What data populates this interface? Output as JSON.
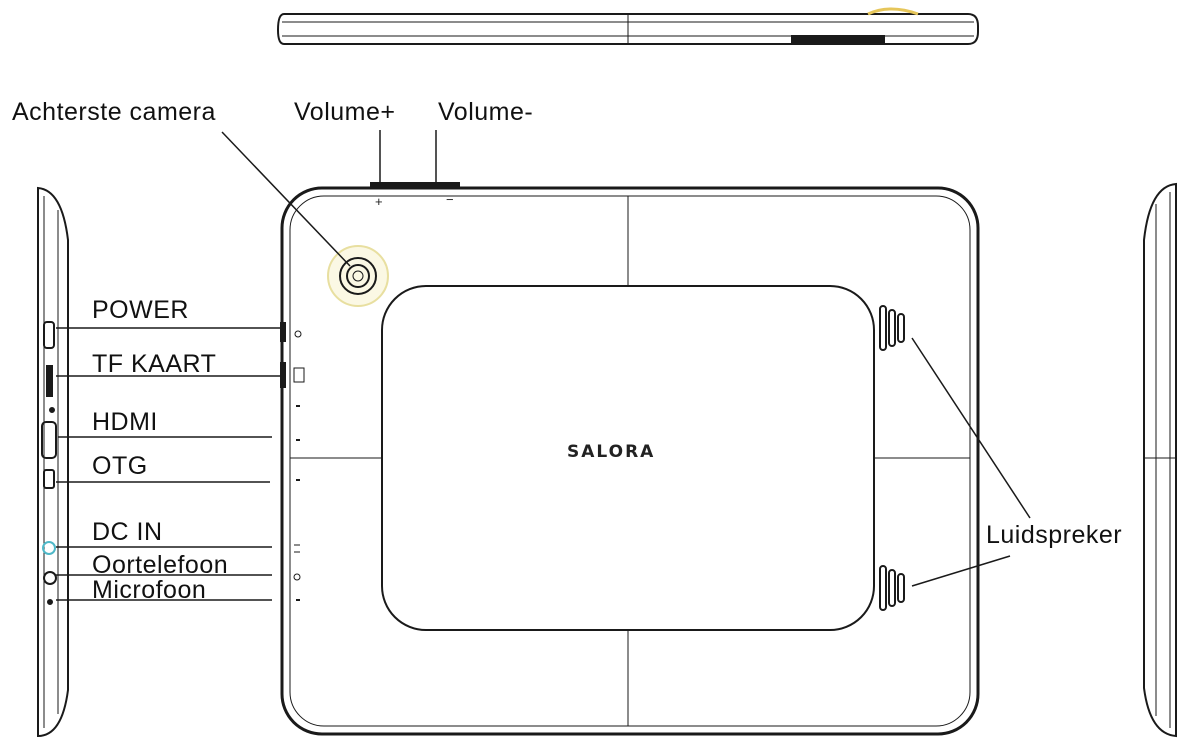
{
  "labels": {
    "rear_camera": "Achterste camera",
    "volume_plus": "Volume+",
    "volume_minus": "Volume-",
    "power": "POWER",
    "tf_card": "TF KAART",
    "hdmi": "HDMI",
    "otg": "OTG",
    "dc_in": "DC IN",
    "earphone": "Oortelefoon",
    "microphone": "Microfoon",
    "speaker": "Luidspreker"
  },
  "brand": "SALORA",
  "marks": {
    "plus": "+",
    "minus": "−"
  },
  "colors": {
    "line": "#1a1a1a",
    "jack_accent": "#4fb8c8",
    "camera_ring": "#e8dfa0",
    "top_accent": "#e6c65a"
  }
}
